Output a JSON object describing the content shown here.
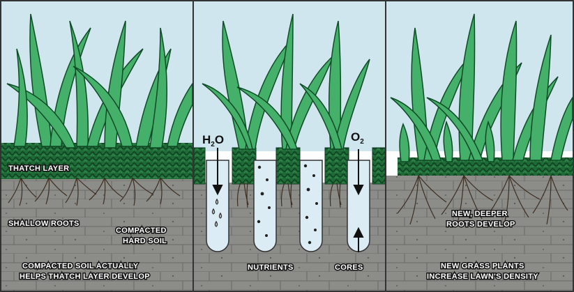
{
  "colors": {
    "sky": "#cfe6ef",
    "grass_light": "#44b06a",
    "grass_dark": "#0f4a26",
    "thatch": "#1f6b36",
    "soil": "#8c8c88",
    "soil_dark": "#6e6e6a",
    "root": "#3d2e22",
    "hole": "#dcecf4",
    "border": "#333333"
  },
  "panels": [
    {
      "id": "before",
      "labels": {
        "thatch": "THATCH LAYER",
        "roots": "SHALLOW ROOTS",
        "soil_line1": "COMPACTED",
        "soil_line2": "HARD SOIL",
        "caption_line1": "COMPACTED SOIL ACTUALLY",
        "caption_line2": "HELPS THATCH LAYER DEVELOP"
      }
    },
    {
      "id": "aeration",
      "labels": {
        "water_main": "H",
        "water_sub": "2",
        "water_tail": "O",
        "oxygen_main": "O",
        "oxygen_sub": "2",
        "nutrients": "NUTRIENTS",
        "cores": "CORES"
      }
    },
    {
      "id": "after",
      "labels": {
        "roots_line1": "NEW, DEEPER",
        "roots_line2": "ROOTS DEVELOP",
        "caption_line1": "NEW GRASS PLANTS",
        "caption_line2": "INCREASE LAWN'S DENSITY"
      }
    }
  ],
  "icons": [
    "water-drop-icon",
    "arrow-down-icon",
    "arrow-up-icon"
  ]
}
